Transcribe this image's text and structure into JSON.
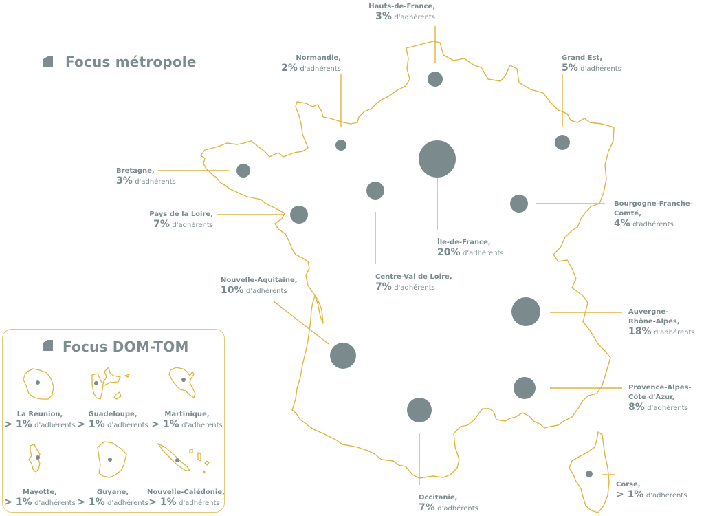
{
  "metropole": {
    "title": "Focus métropole",
    "icon": "folded-flag-icon",
    "suffix": "d'adhérents",
    "regions": [
      {
        "key": "hauts-de-france",
        "name": "Hauts-de-France,",
        "pct": "3%"
      },
      {
        "key": "normandie",
        "name": "Normandie,",
        "pct": "2%"
      },
      {
        "key": "grand-est",
        "name": "Grand Est,",
        "pct": "5%"
      },
      {
        "key": "bretagne",
        "name": "Bretagne,",
        "pct": "3%"
      },
      {
        "key": "pays-de-la-loire",
        "name": "Pays de la Loire,",
        "pct": "7%"
      },
      {
        "key": "bourgogne-franche-comte",
        "name": "Bourgogne-Franche-",
        "name2": "Comté,",
        "pct": "4%"
      },
      {
        "key": "ile-de-france",
        "name": "Île-de-France,",
        "pct": "20%"
      },
      {
        "key": "centre-val-de-loire",
        "name": "Centre-Val de Loire,",
        "pct": "7%"
      },
      {
        "key": "nouvelle-aquitaine",
        "name": "Nouvelle-Aquitaine,",
        "pct": "10%"
      },
      {
        "key": "auvergne-rhone-alpes",
        "name": "Auvergne-",
        "name2": "Rhône-Alpes,",
        "pct": "18%"
      },
      {
        "key": "provence-alpes-cote-dazur",
        "name": "Provence-Alpes-",
        "name2": "Côte d'Azur,",
        "pct": "8%"
      },
      {
        "key": "occitanie",
        "name": "Occitanie,",
        "pct": "7%"
      },
      {
        "key": "corse",
        "name": "Corse,",
        "pct": "> 1%"
      }
    ]
  },
  "domtom": {
    "title": "Focus DOM-TOM",
    "icon": "folded-flag-icon",
    "suffix": "d'adhérents",
    "territories": [
      {
        "key": "la-reunion",
        "name": "La Réunion,",
        "pct": "> 1%"
      },
      {
        "key": "guadeloupe",
        "name": "Guadeloupe,",
        "pct": "> 1%"
      },
      {
        "key": "martinique",
        "name": "Martinique,",
        "pct": "> 1%"
      },
      {
        "key": "mayotte",
        "name": "Mayotte,",
        "pct": "> 1%"
      },
      {
        "key": "guyane",
        "name": "Guyane,",
        "pct": "> 1%"
      },
      {
        "key": "nouvelle-caledonie",
        "name": "Nouvelle-Calédonie,",
        "pct": "> 1%"
      }
    ]
  },
  "colors": {
    "outline": "#e0b440",
    "bubble": "#7a8a8d",
    "text": "#7a898c",
    "box_border": "#e3c878"
  }
}
